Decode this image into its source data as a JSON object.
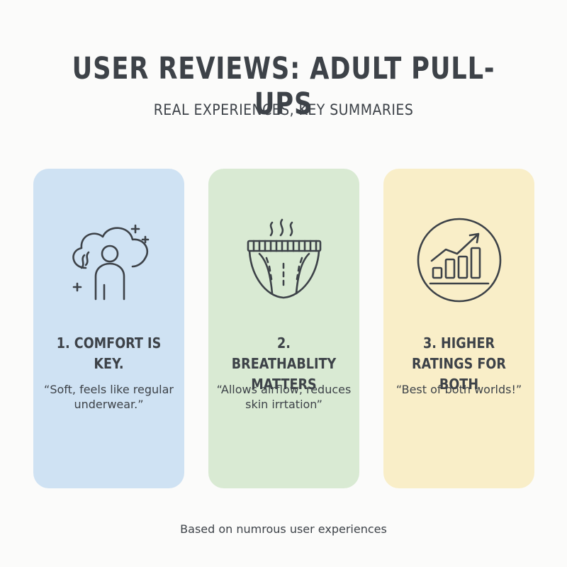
{
  "header": {
    "title": "USER REVIEWS: ADULT PULL-UPS",
    "subtitle": "REAL EXPERIENCES, KEY SUMMARIES"
  },
  "cards": [
    {
      "icon": "comfort-cloud-person-icon",
      "heading": "1. COMFORT IS KEY.",
      "quote": "“Soft, feels like regular underwear.”",
      "background": "#cfe2f3"
    },
    {
      "icon": "breathable-underwear-icon",
      "heading": "2. BREATHABLITY MATTERS",
      "quote": "“Allows alrflow, reduces skin irrtation”",
      "background": "#d9ead3"
    },
    {
      "icon": "rising-chart-icon",
      "heading": "3. HIGHER RATINGS FOR BOTH",
      "quote": "“Best of both worlds!”",
      "background": "#f9eec8"
    }
  ],
  "footer": {
    "text": "Based on numrous user experiences"
  },
  "colors": {
    "text": "#3d4248",
    "background": "#fbfbfa"
  }
}
